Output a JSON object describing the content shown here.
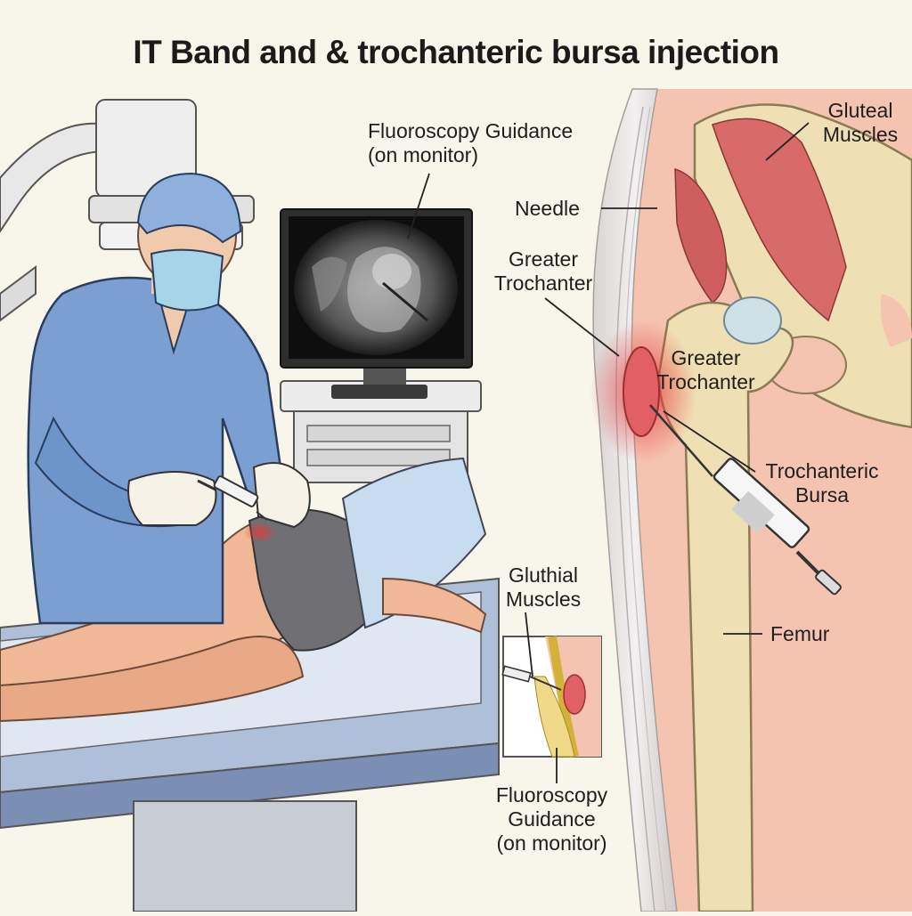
{
  "title": "IT Band and & trochanteric bursa injection",
  "labels": {
    "fluoroscopy_top": [
      "Fluoroscopy Guidance",
      "(on monitor)"
    ],
    "needle": "Needle",
    "greater_trochanter_left": [
      "Greater",
      "Trochanter"
    ],
    "greater_trochanter_bone": [
      "Greater",
      "Trochanter"
    ],
    "gluteal_muscles": [
      "Gluteal",
      "Muscles"
    ],
    "trochanteric_bursa": [
      "Trochanteric",
      "Bursa"
    ],
    "femur": "Femur",
    "gluthial_muscles": [
      "Gluthial",
      "Muscles"
    ],
    "fluoroscopy_bottom": [
      "Fluoroscopy",
      "Guidance",
      "(on monitor)"
    ]
  },
  "colors": {
    "background": "#f8f6ea",
    "scrubs": "#7a9fd0",
    "skin": "#f0b896",
    "muscle": "#d86a6a",
    "bone": "#eedfb4",
    "it_band": "#e8e4e4",
    "inflamed": "#e8383c"
  },
  "icons": [
    "monitor-icon",
    "syringe-icon",
    "fluoroscope-c-arm-icon"
  ]
}
